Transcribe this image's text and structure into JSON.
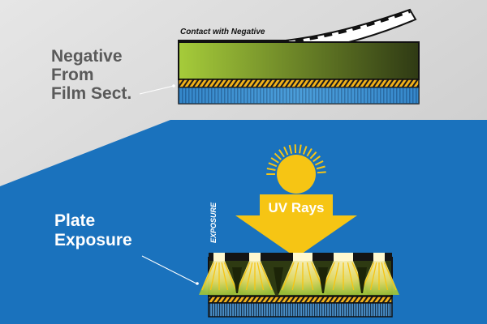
{
  "top_section": {
    "title_line1": "Negative",
    "title_line2": "From",
    "title_line3": "Film Sect.",
    "contact_label": "Contact with Negative"
  },
  "bottom_section": {
    "title_line1": "Plate",
    "title_line2": "Exposure",
    "side_label": "EXPOSURE",
    "arrow_label": "UV Rays"
  },
  "colors": {
    "blue_background": "#1a72bd",
    "gray_background": "#d6d6d6",
    "uv_yellow": "#f6c514",
    "polymer_green_light": "#a6cc3a",
    "polymer_green_dark": "#2f3a14",
    "substrate_blue": "#3b8fd0",
    "title_gray": "#5a5a5a"
  },
  "icons": {
    "sun": "sun-icon",
    "arrow": "down-arrow-icon"
  }
}
